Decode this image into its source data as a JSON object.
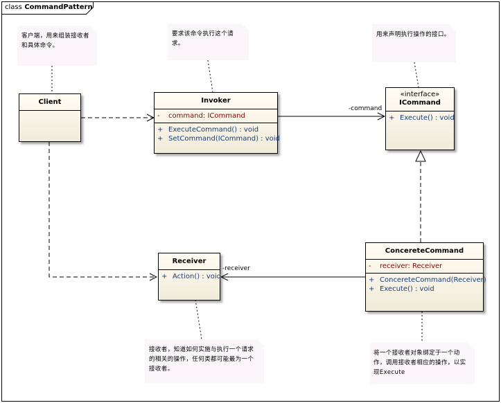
{
  "frame": {
    "keyword": "class",
    "name": "CommandPattern"
  },
  "classes": {
    "client": {
      "name": "Client"
    },
    "invoker": {
      "name": "Invoker",
      "attributes": [
        {
          "vis": "-",
          "text": "command:  ICommand"
        }
      ],
      "operations": [
        {
          "vis": "+",
          "text": "ExecuteCommand() : void"
        },
        {
          "vis": "+",
          "text": "SetCommand(ICommand) : void"
        }
      ]
    },
    "icommand": {
      "stereotype": "«interface»",
      "name": "ICommand",
      "operations": [
        {
          "vis": "+",
          "text": "Execute() : void"
        }
      ]
    },
    "receiver": {
      "name": "Receiver",
      "operations": [
        {
          "vis": "+",
          "text": "Action() : void"
        }
      ]
    },
    "concrete": {
      "name": "ConcereteCommand",
      "attributes": [
        {
          "vis": "-",
          "text": "receiver:  Receiver"
        }
      ],
      "operations": [
        {
          "vis": "+",
          "text": "ConcereteCommand(Receiver)"
        },
        {
          "vis": "+",
          "text": "Execute() : void"
        }
      ]
    }
  },
  "notes": {
    "client": "客户端，用来组装接收者和具体命令。",
    "invoker": "要求该命令执行这个请求。",
    "icommand": "用来声明执行操作的接口。",
    "receiver": "接收者，知道如何实施与执行一个请求的相关的操作，任何类都可能最为一个接收者。",
    "concrete": "将一个接收者对象绑定于一个动作，调用接收者相应的操作，以实现Execute"
  },
  "labels": {
    "command": "-command",
    "receiver": "-receiver"
  }
}
